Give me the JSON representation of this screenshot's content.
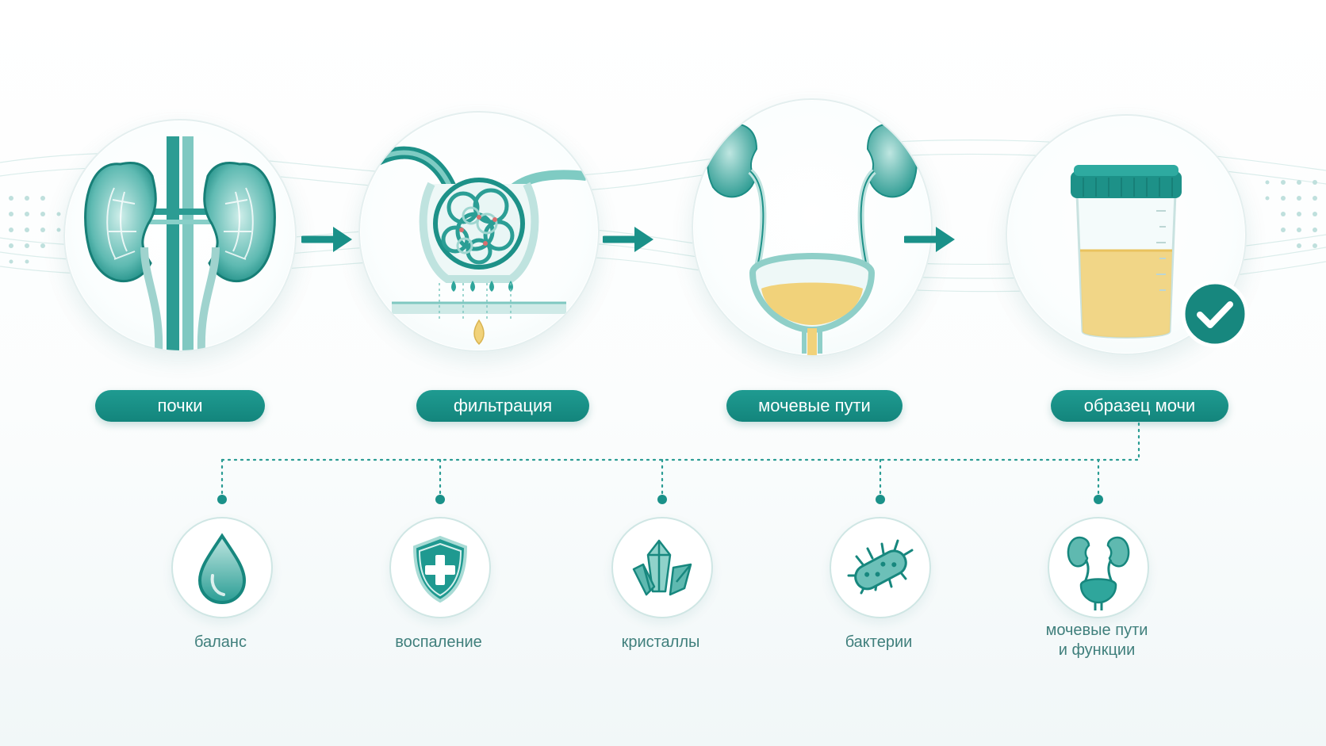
{
  "colors": {
    "teal": "#1a9189",
    "teal_dark": "#0f6f69",
    "teal_light": "#9fd3ce",
    "urine": "#f1d27a",
    "label_text": "#3f7f7c",
    "pill_text": "#ffffff"
  },
  "stages": [
    {
      "icon": "kidneys-icon",
      "label": "почки"
    },
    {
      "icon": "glomerulus-filtration-icon",
      "label": "фильтрация"
    },
    {
      "icon": "urinary-tract-icon",
      "label": "мочевые пути"
    },
    {
      "icon": "urine-sample-cup-icon",
      "label": "образец мочи"
    }
  ],
  "parameters": [
    {
      "icon": "water-drop-icon",
      "label": "баланс"
    },
    {
      "icon": "shield-plus-icon",
      "label": "воспаление"
    },
    {
      "icon": "crystals-icon",
      "label": "кристаллы"
    },
    {
      "icon": "bacteria-icon",
      "label": "бактерии"
    },
    {
      "icon": "urinary-system-icon",
      "label_line1": "мочевые пути",
      "label_line2": "и функции"
    }
  ]
}
